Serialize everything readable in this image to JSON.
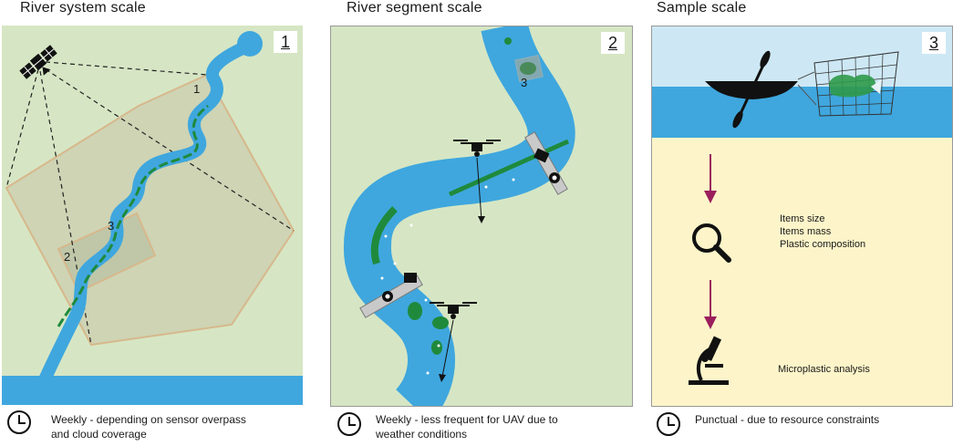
{
  "titles": {
    "system": "River system scale",
    "segment": "River segment scale",
    "sample": "Sample scale"
  },
  "panel_numbers": {
    "p1": "1",
    "p2": "2",
    "p3": "3"
  },
  "panel1": {
    "labels": {
      "one": "1",
      "two": "2",
      "three": "3"
    },
    "caption_line1": "Weekly - depending on sensor overpass",
    "caption_line2": "and cloud coverage"
  },
  "panel2": {
    "labels": {
      "three": "3"
    },
    "caption_line1": "Weekly - less frequent for UAV due to",
    "caption_line2": "weather conditions"
  },
  "panel3": {
    "info": [
      "Items size",
      "Items mass",
      "Plastic composition"
    ],
    "micro_label": "Microplastic analysis",
    "caption": "Punctual - due to resource constraints"
  },
  "colors": {
    "background_green": "#d6e6c4",
    "river_blue": "#3fa7de",
    "vegetation_green": "#1f8a3c",
    "sand": "#fdf5c9",
    "arrow_purple": "#9b1f5d",
    "rect_tan": "#d7b88c"
  },
  "icons": [
    "satellite-icon",
    "drone-icon",
    "camera-icon",
    "boat-icon",
    "paddle-icon",
    "net-icon",
    "magnifier-icon",
    "microscope-icon",
    "clock-icon"
  ]
}
